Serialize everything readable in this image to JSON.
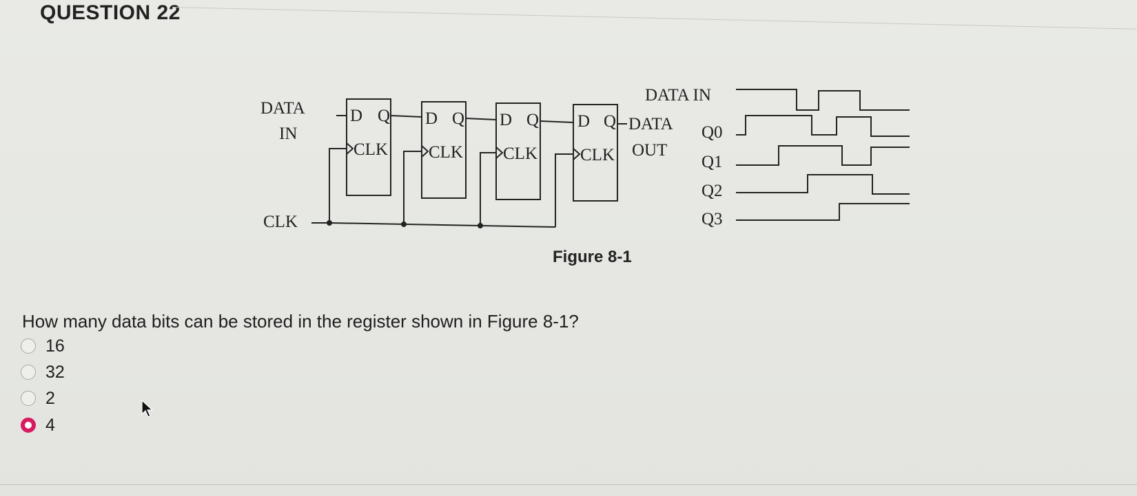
{
  "question": {
    "title": "QUESTION 22",
    "text": "How many data bits can be stored in the register shown in Figure 8-1?",
    "options": [
      {
        "label": "16",
        "selected": false
      },
      {
        "label": "32",
        "selected": false
      },
      {
        "label": "2",
        "selected": false
      },
      {
        "label": "4",
        "selected": true
      }
    ],
    "accent_color": "#d81b60"
  },
  "figure": {
    "caption": "Figure 8-1",
    "circuit": {
      "data_in_line1": "DATA",
      "data_in_line2": "IN",
      "clk_label": "CLK",
      "data_out_line1": "DATA",
      "data_out_line2": "OUT",
      "flipflop_d": "D",
      "flipflop_q": "Q",
      "flipflop_clk": "CLK"
    },
    "timing": {
      "labels": [
        "DATA IN",
        "Q0",
        "Q1",
        "Q2",
        "Q3"
      ]
    }
  }
}
